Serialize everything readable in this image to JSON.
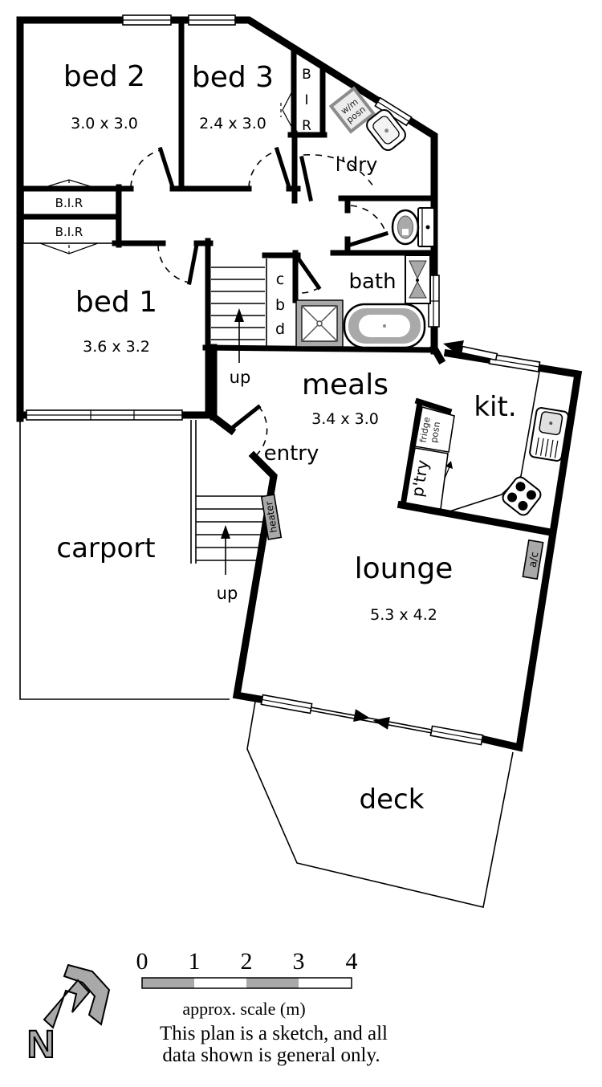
{
  "plan": {
    "rooms": {
      "bed2": {
        "label": "bed 2",
        "dims": "3.0 x 3.0"
      },
      "bed3": {
        "label": "bed 3",
        "dims": "2.4 x 3.0"
      },
      "bed1": {
        "label": "bed 1",
        "dims": "3.6 x 3.2"
      },
      "meals": {
        "label": "meals",
        "dims": "3.4 x 3.0"
      },
      "lounge": {
        "label": "lounge",
        "dims": "5.3 x 4.2"
      },
      "kitchen": {
        "label": "kit."
      },
      "laundry": {
        "label": "l'dry"
      },
      "bath": {
        "label": "bath"
      },
      "entry": {
        "label": "entry"
      },
      "carport": {
        "label": "carport"
      },
      "deck": {
        "label": "deck"
      }
    },
    "closets": {
      "bir1": "B.I.R",
      "bir2": "B.I.R",
      "bir3": [
        "B",
        "I",
        "R"
      ],
      "cbd": [
        "c",
        "b",
        "d"
      ]
    },
    "fixtures": {
      "wm": [
        "w/m",
        "posn"
      ],
      "fridge": [
        "fridge",
        "posn"
      ],
      "pantry": "p'try",
      "heater": "heater",
      "ac": "a/c"
    },
    "stairs": {
      "up_upper": "up",
      "up_lower": "up"
    }
  },
  "legend": {
    "north_letter": "N",
    "scale_ticks": [
      "0",
      "1",
      "2",
      "3",
      "4"
    ],
    "scale_caption": "approx. scale (m)",
    "disclaimer_line1": "This plan is a sketch, and all",
    "disclaimer_line2": "data shown is general only.",
    "colors": {
      "wall": "#000000",
      "fixture_gray": "#a9a9a9",
      "background": "#ffffff"
    }
  }
}
